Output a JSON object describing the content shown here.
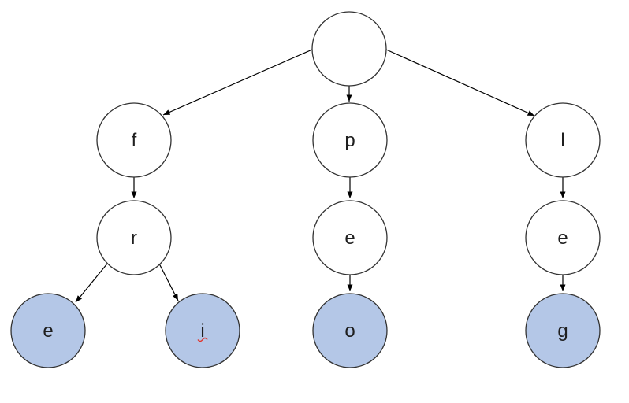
{
  "diagram": {
    "kind": "trie-tree",
    "colors": {
      "background": "#ffffff",
      "internal_node_fill": "#ffffff",
      "leaf_node_fill": "#b4c7e7",
      "node_stroke": "#333333",
      "edge_color": "#000000",
      "label_color": "#1f1f1f",
      "spellcheck_underline": "#e2342b"
    },
    "nodes": {
      "root": {
        "label": "",
        "fill": "#ffffff",
        "level": 0
      },
      "f": {
        "label": "f",
        "fill": "#ffffff",
        "level": 1
      },
      "p": {
        "label": "p",
        "fill": "#ffffff",
        "level": 1
      },
      "l": {
        "label": "l",
        "fill": "#ffffff",
        "level": 1
      },
      "r": {
        "label": "r",
        "fill": "#ffffff",
        "level": 2
      },
      "pe": {
        "label": "e",
        "fill": "#ffffff",
        "level": 2
      },
      "le": {
        "label": "e",
        "fill": "#ffffff",
        "level": 2
      },
      "e": {
        "label": "e",
        "fill": "#b4c7e7",
        "level": 3,
        "leaf": true
      },
      "i": {
        "label": "i",
        "fill": "#b4c7e7",
        "level": 3,
        "leaf": true,
        "spellcheck_underline": true
      },
      "o": {
        "label": "o",
        "fill": "#b4c7e7",
        "level": 3,
        "leaf": true
      },
      "g": {
        "label": "g",
        "fill": "#b4c7e7",
        "level": 3,
        "leaf": true
      }
    },
    "edges": [
      {
        "from": "root",
        "to": "f"
      },
      {
        "from": "root",
        "to": "p"
      },
      {
        "from": "root",
        "to": "l"
      },
      {
        "from": "f",
        "to": "r"
      },
      {
        "from": "r",
        "to": "e"
      },
      {
        "from": "r",
        "to": "i"
      },
      {
        "from": "p",
        "to": "pe"
      },
      {
        "from": "pe",
        "to": "o"
      },
      {
        "from": "l",
        "to": "le"
      },
      {
        "from": "le",
        "to": "g"
      }
    ]
  }
}
